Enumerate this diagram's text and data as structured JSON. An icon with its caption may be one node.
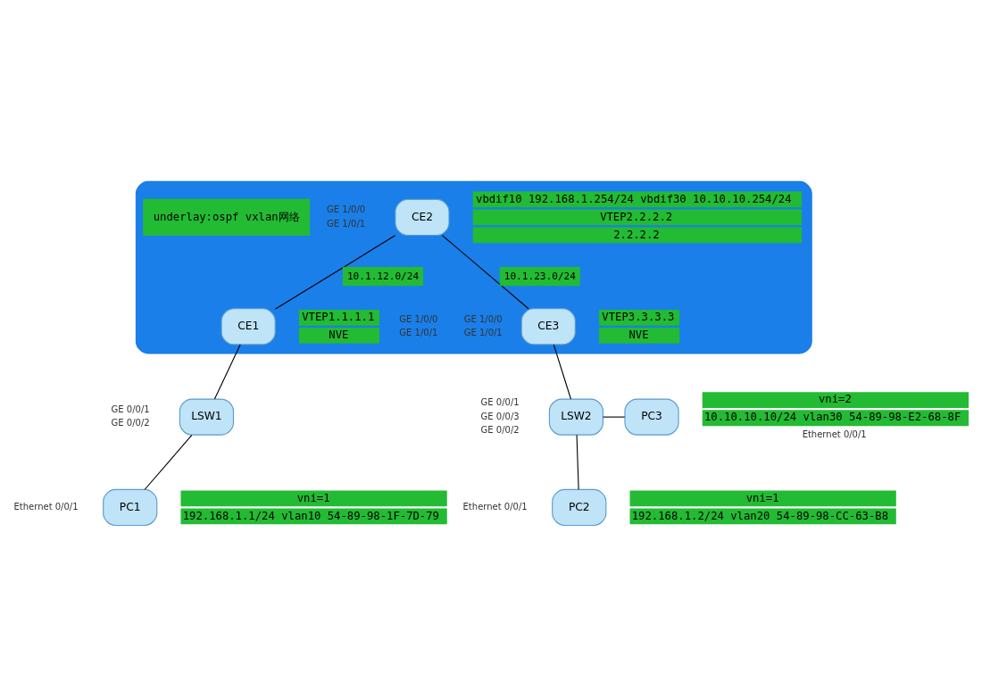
{
  "diagram": {
    "nodes": [
      {
        "text": [],
        "shape": "ellipse"
      },
      {
        "text": [
          "CE2"
        ],
        "in": 0,
        "beside": [
          "vbdif10 192.168.1.254/24 vbdif30 10.10.10.254/24",
          "VTEP2.2.2.2",
          "2.2.2.2",
          "GE 1/0/0",
          "GE 1/0/1"
        ]
      },
      {
        "text": [
          "CE1"
        ],
        "in": 0,
        "beside": [
          "VTEP1.1.1.1",
          "NVE",
          "GE 1/0/0",
          "GE 1/0/1"
        ]
      },
      {
        "text": [
          "underlay:ospf vxlan网络"
        ],
        "in": 0
      },
      {
        "text": [
          "CE3"
        ],
        "in": 0,
        "beside": [
          "VTEP3.3.3.3",
          "NVE",
          "GE 1/0/0",
          "GE 1/0/1"
        ]
      },
      {
        "text": [
          "LSW1"
        ],
        "beside": [
          "GE 0/0/1",
          "GE 0/0/2"
        ]
      },
      {
        "text": [
          "LSW2"
        ],
        "beside": [
          "GE 0/0/1",
          "GE 0/0/3",
          "GE 0/0/2"
        ]
      },
      {
        "text": [
          "PC3"
        ],
        "beside": [
          "vni=2",
          "10.10.10.10/24 vlan30 54-89-98-E2-68-8F",
          "Ethernet 0/0/1"
        ]
      },
      {
        "text": [
          "PC1"
        ],
        "beside": [
          "vni=1",
          "192.168.1.1/24 vlan10 54-89-98-1F-7D-79",
          "Ethernet 0/0/1"
        ]
      },
      {
        "text": [
          "PC2"
        ],
        "beside": [
          "vni=1",
          "192.168.1.2/24 vlan20 54-89-98-CC-63-B8",
          "Ethernet 0/0/1"
        ]
      }
    ],
    "edges": [
      {
        "from": 1,
        "to": 2,
        "arrow": "none",
        "label": "10.1.12.0/24"
      },
      {
        "from": 1,
        "to": 4,
        "arrow": "none",
        "label": "10.1.23.0/24"
      },
      {
        "from": 2,
        "to": 5,
        "arrow": "none"
      },
      {
        "from": 4,
        "to": 6,
        "arrow": "none"
      },
      {
        "from": 5,
        "to": 8,
        "arrow": "none"
      },
      {
        "from": 6,
        "to": 9,
        "arrow": "none"
      },
      {
        "from": 6,
        "to": 7,
        "arrow": "none"
      }
    ]
  }
}
